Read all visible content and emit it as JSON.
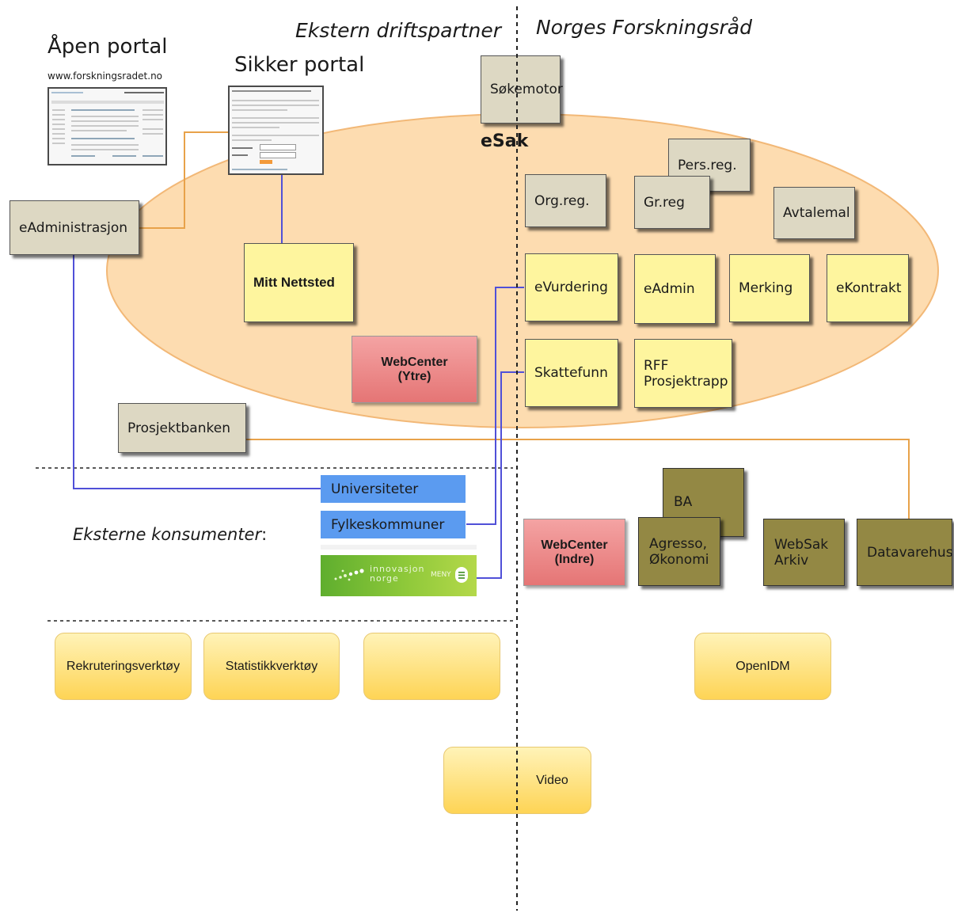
{
  "headings": {
    "external_partner": "Ekstern driftspartner",
    "nfr": "Norges Forskningsråd",
    "external_consumers": "Eksterne konsumenter"
  },
  "portals": {
    "open": {
      "title": "Åpen portal",
      "url": "www.forskningsradet.no"
    },
    "secure": {
      "title": "Sikker portal"
    }
  },
  "esak_label": "eSak",
  "boxes": {
    "sokemotor": "Søkemotor",
    "eadministrasjon": "eAdministrasjon",
    "mitt_nettsted": "Mitt Nettsted",
    "webcenter_ytre_1": "WebCenter",
    "webcenter_ytre_2": "(Ytre)",
    "prosjektbanken": "Prosjektbanken",
    "org_reg": "Org.reg.",
    "pers_reg": "Pers.reg.",
    "gr_reg": "Gr.reg",
    "avtalemal": "Avtalemal",
    "evurdering": "eVurdering",
    "eadmin": "eAdmin",
    "merking": "Merking",
    "ekontrakt": "eKontrakt",
    "skattefunn": "Skattefunn",
    "rff_1": "RFF",
    "rff_2": "Prosjektrapp",
    "universiteter": "Universiteter",
    "fylkeskommuner": "Fylkeskommuner",
    "innovasjon_1": "innovasjon",
    "innovasjon_2": "norge",
    "innovasjon_menu": "MENY",
    "webcenter_indre_1": "WebCenter",
    "webcenter_indre_2": "(Indre)",
    "ba": "BA",
    "agresso_1": "Agresso,",
    "agresso_2": "Økonomi",
    "websak_1": "WebSak",
    "websak_2": "Arkiv",
    "datavarehus": "Datavarehus"
  },
  "tools": {
    "rekruttering": "Rekruteringsverktøy",
    "statistikk": "Statistikkverktøy",
    "blank": "",
    "openidm": "OpenIDM",
    "video": "Video"
  },
  "colors": {
    "esak_oval": "#fddcb0",
    "orange_line": "#e8a24a",
    "blue_line": "#5050d8",
    "blue_box": "#5b9bf0",
    "yellow_box": "#fef59e",
    "tan_box": "#ddd8c3",
    "olive_box": "#938844",
    "red_box": "#e57575"
  }
}
